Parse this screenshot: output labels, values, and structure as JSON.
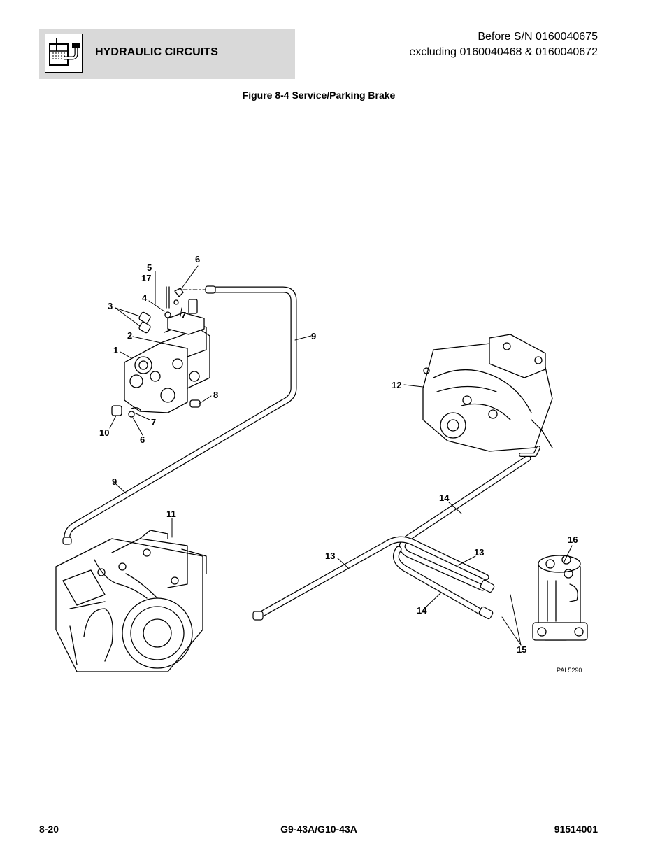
{
  "header": {
    "section_title": "HYDRAULIC CIRCUITS",
    "logo_icon": "hydraulic-reservoir-icon",
    "serial_line1": "Before S/N 0160040675",
    "serial_line2": "excluding 0160040468 & 0160040672"
  },
  "figure": {
    "title": "Figure 8-4 Service/Parking Brake",
    "reference": "PAL5290",
    "callouts": {
      "c1": "1",
      "c2": "2",
      "c3": "3",
      "c4": "4",
      "c5": "5",
      "c17": "17",
      "c6a": "6",
      "c7a": "7",
      "c8": "8",
      "c9a": "9",
      "c10": "10",
      "c7b": "7",
      "c6b": "6",
      "c9b": "9",
      "c11": "11",
      "c12": "12",
      "c14a": "14",
      "c13a": "13",
      "c13b": "13",
      "c14b": "14",
      "c16": "16",
      "c15": "15"
    }
  },
  "footer": {
    "page_number": "8-20",
    "model": "G9-43A/G10-43A",
    "doc_number": "91514001"
  }
}
